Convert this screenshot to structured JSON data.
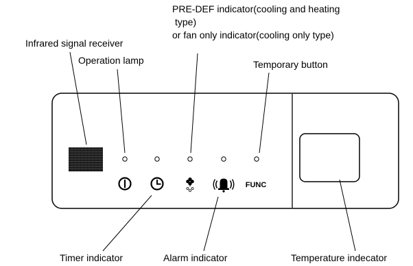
{
  "labels": {
    "prdef_line1": "PRE-DEF indicator(cooling and heating",
    "prdef_line2": "type)",
    "prdef_line3": "or fan only indicator(cooling only type)",
    "infrared": "Infrared signal receiver",
    "operation_lamp": "Operation lamp",
    "temporary_button": "Temporary button",
    "timer_indicator": "Timer indicator",
    "alarm_indicator": "Alarm indicator",
    "temperature_indicator": "Temperature indecator"
  },
  "panel": {
    "func_label": "FUNC"
  },
  "icons": [
    "power-icon",
    "clock-icon",
    "fan-defrost-icon",
    "alarm-icon"
  ]
}
